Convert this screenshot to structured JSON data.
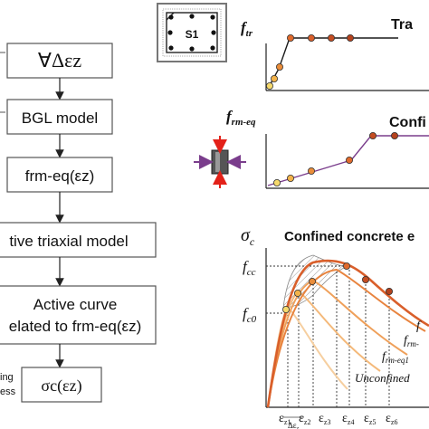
{
  "flowchart": {
    "steps": [
      "∀Δεz",
      "BGL model",
      "frm-eq(εz)",
      "tive triaxial model",
      "Active curve",
      "elated to frm-eq(εz)",
      "σc(εz)"
    ],
    "left_side_labels": [
      "ing",
      "ess"
    ]
  },
  "section": {
    "label": "S1"
  },
  "plots": {
    "traction": {
      "ylabel": "f",
      "ylabel_sub": "tr",
      "title": "Tra"
    },
    "confinement": {
      "ylabel": "f",
      "ylabel_sub": "rm-eq",
      "title": "Confi"
    },
    "stress_strain": {
      "title": "Confined concrete e",
      "ylabel": "σ",
      "ylabel_sub": "c",
      "yticks": [
        {
          "main": "f",
          "sub": "cc"
        },
        {
          "main": "f",
          "sub": "c0"
        }
      ],
      "xticks": [
        "ε",
        "ε",
        "ε",
        "ε",
        "ε",
        "ε"
      ],
      "xtick_subs": [
        "z1",
        "z2",
        "z3",
        "z4",
        "z5",
        "z6"
      ],
      "delta_label": "Δε",
      "delta_sub": "z",
      "curve_labels": [
        {
          "main": "f",
          "sub": ""
        },
        {
          "main": "f",
          "sub": "rm-"
        },
        {
          "main": "f",
          "sub": "rm-eq1"
        },
        {
          "main": "Unconfined",
          "sub": ""
        }
      ]
    }
  },
  "colors": {
    "arrow_red": "#e32119",
    "arrow_purple": "#7a3d8c",
    "curve_main": "#d95f2b",
    "dot_fill": "#e06a2c",
    "line_plot": "#1a1a1a"
  }
}
